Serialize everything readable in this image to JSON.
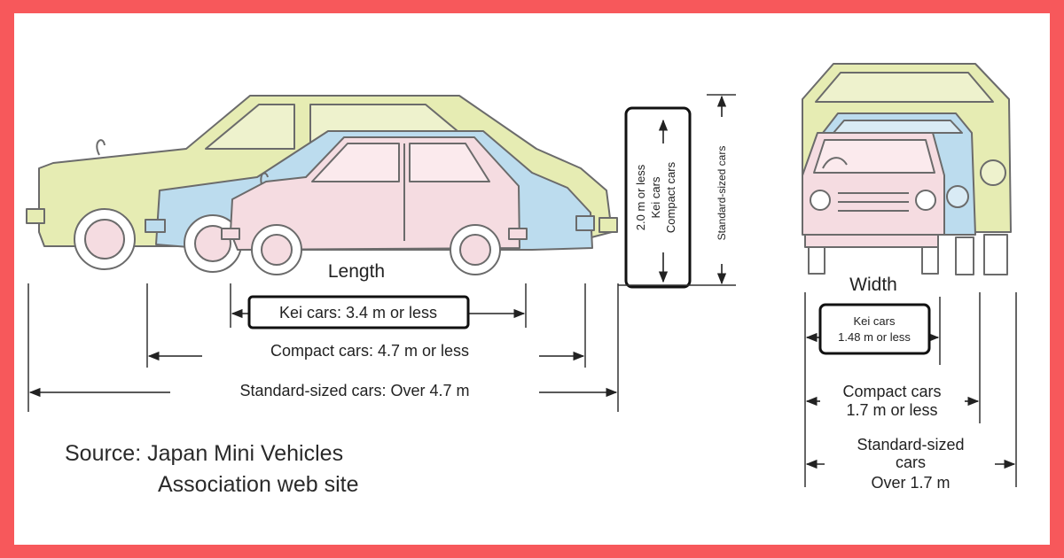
{
  "length_view": {
    "title": "Length",
    "kei": "Kei cars: 3.4 m or less",
    "compact": "Compact cars: 4.7 m or less",
    "standard": "Standard-sized cars: Over 4.7 m"
  },
  "height_view": {
    "kei_compact": [
      "2.0 m or less",
      "Kei cars",
      "Compact cars"
    ],
    "standard": "Standard-sized cars"
  },
  "width_view": {
    "title": "Width",
    "kei": [
      "Kei cars",
      "1.48 m or less"
    ],
    "compact": [
      "Compact cars",
      "1.7 m or less"
    ],
    "standard": [
      "Standard-sized",
      "cars",
      "Over 1.7 m"
    ]
  },
  "source": [
    "Source: Japan Mini Vehicles",
    "Association web site"
  ],
  "colors": {
    "frame": "#f7585b",
    "standard_car": "#e6ecb3",
    "compact_car": "#bcdcee",
    "kei_car": "#f5dce1"
  }
}
